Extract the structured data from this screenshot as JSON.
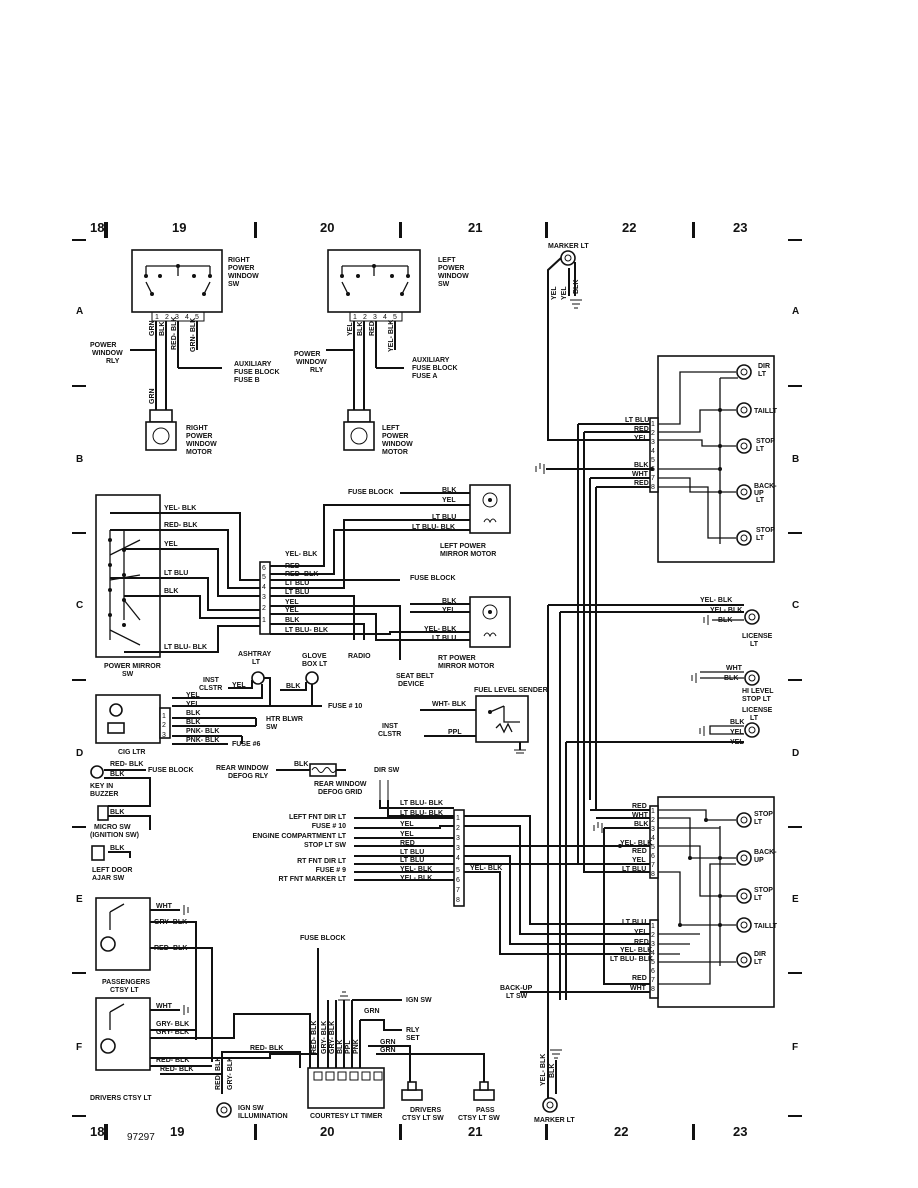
{
  "columns": {
    "c18": "18",
    "c19": "19",
    "c20": "20",
    "c21": "21",
    "c22": "22",
    "c23": "23"
  },
  "rows": [
    "A",
    "B",
    "C",
    "D",
    "E",
    "F"
  ],
  "figure_number": "97297",
  "labels": {
    "right_pw_sw": [
      "RIGHT",
      "POWER",
      "WINDOW",
      "SW"
    ],
    "left_pw_sw": [
      "LEFT",
      "POWER",
      "WINDOW",
      "SW"
    ],
    "power_window_rly": [
      "POWER",
      "WINDOW",
      "RLY"
    ],
    "aux_fuse_b": [
      "AUXILIARY",
      "FUSE BLOCK",
      "FUSE B"
    ],
    "aux_fuse_a": [
      "AUXILIARY",
      "FUSE BLOCK",
      "FUSE A"
    ],
    "right_pw_motor": [
      "RIGHT",
      "POWER",
      "WINDOW",
      "MOTOR"
    ],
    "left_pw_motor": [
      "LEFT",
      "POWER",
      "WINDOW",
      "MOTOR"
    ],
    "marker_lt": "MARKER LT",
    "dir_lt": [
      "DIR",
      "LT"
    ],
    "taillt": "TAILLT",
    "stop_lt": [
      "STOP",
      "LT"
    ],
    "backup_lt": [
      "BACK-",
      "UP",
      "LT"
    ],
    "power_mirror_sw": [
      "POWER MIRROR",
      "SW"
    ],
    "fuse_block": "FUSE BLOCK",
    "left_power_mirror_motor": [
      "LEFT POWER",
      "MIRROR MOTOR"
    ],
    "rt_power_mirror_motor": [
      "RT POWER",
      "MIRROR MOTOR"
    ],
    "radio": "RADIO",
    "seat_belt_device": [
      "SEAT BELT",
      "DEVICE"
    ],
    "license_lt": [
      "LICENSE",
      "LT"
    ],
    "hi_level_stop_lt": [
      "HI LEVEL",
      "STOP LT"
    ],
    "ashtray_lt": [
      "ASHTRAY",
      "LT"
    ],
    "glove_box_lt": [
      "GLOVE",
      "BOX LT"
    ],
    "inst_clstr": [
      "INST",
      "CLSTR"
    ],
    "fuse_10": "FUSE # 10",
    "fuse_6": "FUSE #6",
    "fuse_9": "FUSE # 9",
    "htr_blwr_sw": [
      "HTR BLWR",
      "SW"
    ],
    "cig_ltr": "CIG LTR",
    "fuel_level_sender": "FUEL LEVEL SENDER",
    "key_in_buzzer": [
      "KEY IN",
      "BUZZER"
    ],
    "micro_sw": [
      "MICRO SW",
      "(IGNITION SW)"
    ],
    "left_door_ajar_sw": [
      "LEFT DOOR",
      "AJAR SW"
    ],
    "rear_window_defog_rly": [
      "REAR WINDOW",
      "DEFOG RLY"
    ],
    "rear_window_defog_grid": [
      "REAR WINDOW",
      "DEFOG GRID"
    ],
    "dir_sw": "DIR SW",
    "left_fnt_dir_lt": "LEFT FNT DIR LT",
    "engine_compartment_lt": "ENGINE COMPARTMENT LT",
    "stop_lt_sw": "STOP LT SW",
    "rt_fnt_dir_lt": "RT FNT DIR LT",
    "rt_fnt_marker_lt": "RT FNT MARKER LT",
    "passengers_ctsy_lt": [
      "PASSENGERS",
      "CTSY LT"
    ],
    "drivers_ctsy_lt": "DRIVERS CTSY LT",
    "ign_sw": "IGN SW",
    "rly_set": [
      "RLY",
      "SET"
    ],
    "ign_sw_illumination": [
      "IGN SW",
      "ILLUMINATION"
    ],
    "courtesy_lt_timer": "COURTESY LT TIMER",
    "drivers_ctsy_lt_sw": [
      "DRIVERS",
      "CTSY LT SW"
    ],
    "pass_ctsy_lt_sw": [
      "PASS",
      "CTSY LT SW"
    ],
    "backup_lt_sw": [
      "BACK-UP",
      "LT SW"
    ]
  },
  "wires": {
    "grn": "GRN",
    "blk": "BLK",
    "red_blk": "RED- BLK",
    "grn_blk": "GRN- BLK",
    "yel": "YEL",
    "red": "RED",
    "yel_blk": "YEL- BLK",
    "yel_blk2": "YEL- BLK",
    "lt_blu": "LT BLU",
    "lt_blu_blk": "LT BLU- BLK",
    "wht": "WHT",
    "wht_blk": "WHT- BLK",
    "ppl": "PPL",
    "pnk_blk": "PNK- BLK",
    "gry_blk": "GRY- BLK",
    "pnk": "PNK"
  }
}
